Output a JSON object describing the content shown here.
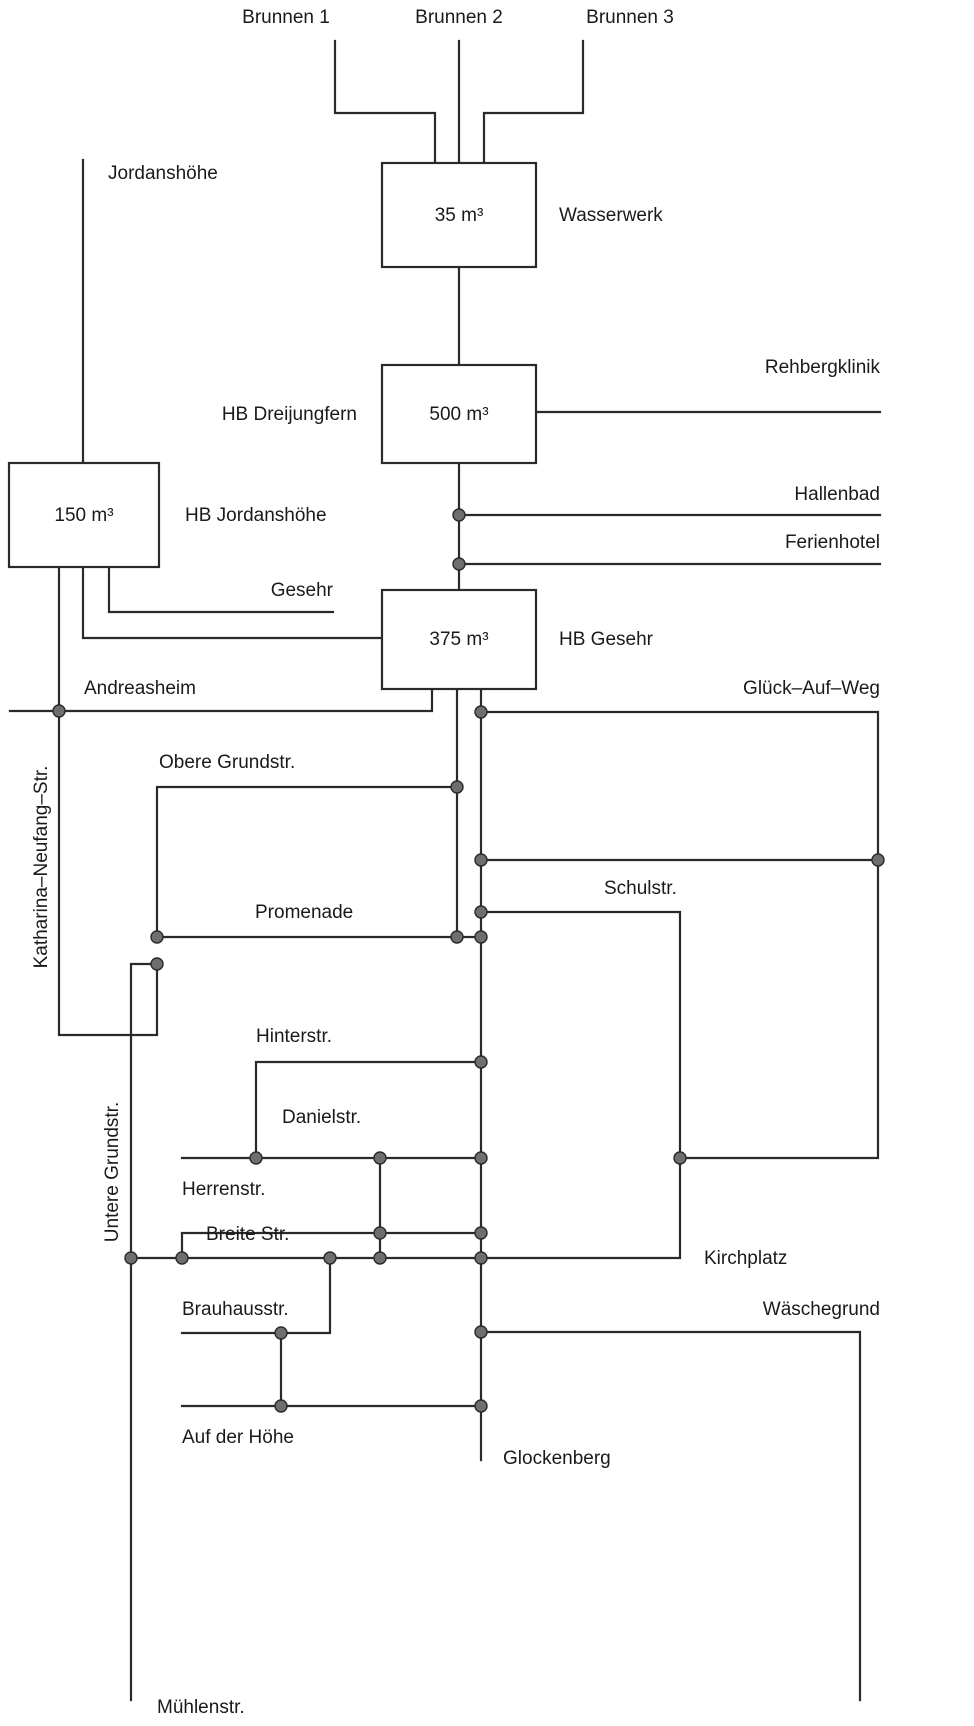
{
  "colors": {
    "line": "#2a2a2a",
    "node_fill": "#6e6e6e",
    "text": "#1a1a1a",
    "background": "#ffffff"
  },
  "labels": {
    "brunnen_1": "Brunnen 1",
    "brunnen_2": "Brunnen 2",
    "brunnen_3": "Brunnen 3",
    "jordanshoehe": "Jordanshöhe",
    "wasserwerk": "Wasserwerk",
    "hb_dreijungfern": "HB Dreijungfern",
    "rehbergklinik": "Rehbergklinik",
    "hb_jordanshoehe": "HB Jordanshöhe",
    "hallenbad": "Hallenbad",
    "ferienhotel": "Ferienhotel",
    "gesehr": "Gesehr",
    "hb_gesehr": "HB Gesehr",
    "andreasheim": "Andreasheim",
    "glueck_auf_weg": "Glück–Auf–Weg",
    "obere_grundstr": "Obere Grundstr.",
    "katharina_neufang_str": "Katharina–Neufang–Str.",
    "schulstr": "Schulstr.",
    "promenade": "Promenade",
    "hinterstr": "Hinterstr.",
    "danielstr": "Danielstr.",
    "untere_grundstr": "Untere Grundstr.",
    "herrenstr": "Herrenstr.",
    "breite_str": "Breite Str.",
    "kirchplatz": "Kirchplatz",
    "brauhausstr": "Brauhausstr.",
    "waeschegrund": "Wäschegrund",
    "auf_der_hoehe": "Auf der Höhe",
    "glockenberg": "Glockenberg",
    "muehlenstr": "Mühlenstr."
  },
  "tanks": {
    "wasserwerk": "35 m³",
    "dreijungfern": "500 m³",
    "jordanshoehe": "150 m³",
    "gesehr": "375 m³"
  }
}
